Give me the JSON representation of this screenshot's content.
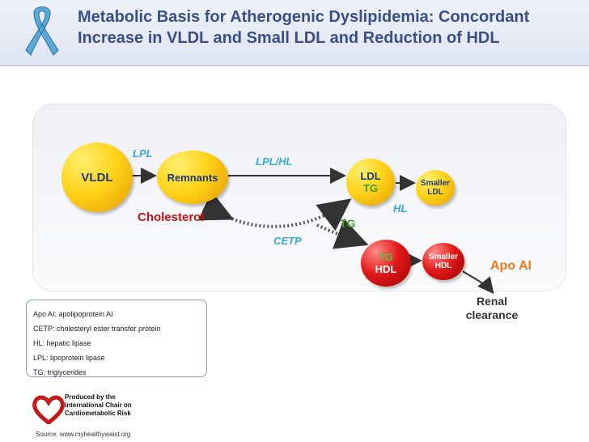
{
  "title": {
    "line1": "Metabolic Basis for Atherogenic Dyslipidemia: Concordant",
    "line2": "Increase in VLDL and Small LDL and Reduction of HDL"
  },
  "nodes": {
    "vldl": "VLDL",
    "remnants": "Remnants",
    "ldl": "LDL",
    "ldl_tg": "TG",
    "smaller_ldl_1": "Smaller",
    "smaller_ldl_2": "LDL",
    "tg_hdl_tg": "TG",
    "tg_hdl_hdl": "HDL",
    "smaller_hdl_1": "Smaller",
    "smaller_hdl_2": "HDL"
  },
  "labels": {
    "lpl": "LPL",
    "lpl_hl": "LPL/HL",
    "hl": "HL",
    "cholesterol": "Cholesterol",
    "tg": "TG",
    "cetp": "CETP",
    "apo_ai": "Apo AI",
    "renal_1": "Renal",
    "renal_2": "clearance"
  },
  "legend": [
    "Apo AI: apolipoprotein AI",
    "CETP: cholesteryl ester transfer protein",
    "HL: hepatic lipase",
    "LPL: lipoprotein lipase",
    "TG: triglycerides"
  ],
  "logo": {
    "line1": "Produced by the",
    "line2": "International Chair on",
    "line3": "Cardiometabolic Risk"
  },
  "source": "Source: www.myhealthywaist.org",
  "colors": {
    "title": "#3a4f8a",
    "enzyme_label": "#39a8d6",
    "cholesterol": "#cc1111",
    "tg_green": "#3f9a1e",
    "apo_ai": "#ee7a1a",
    "particle_text": "#1f3a7a"
  }
}
